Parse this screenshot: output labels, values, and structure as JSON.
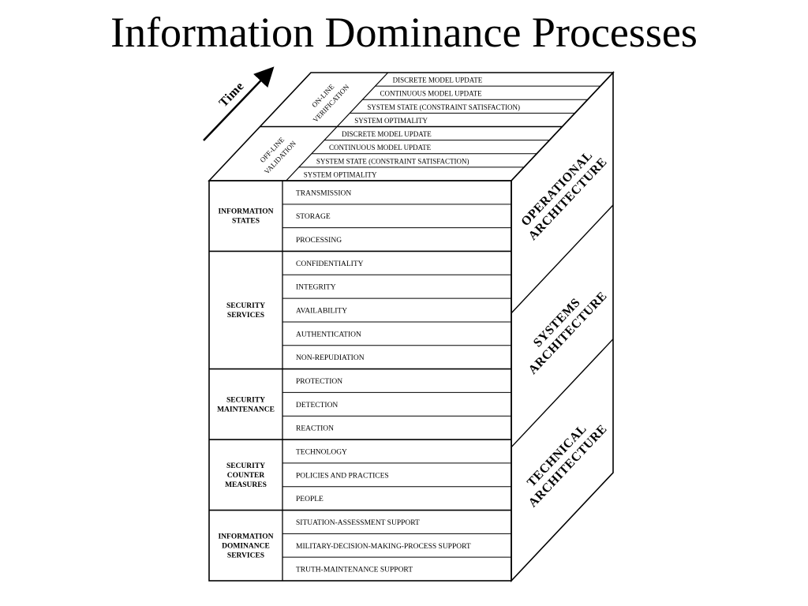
{
  "title": "Information Dominance Processes",
  "time_label": "Time",
  "top": {
    "online_label": [
      "ON-LINE",
      "VERIFICATION"
    ],
    "online_items": [
      "DISCRETE MODEL UPDATE",
      "CONTINUOUS  MODEL UPDATE",
      "SYSTEM STATE (CONSTRAINT SATISFACTION)",
      "SYSTEM OPTIMALITY"
    ],
    "offline_label": [
      "OFF-LINE",
      "VALIDATION"
    ],
    "offline_items": [
      "DISCRETE MODEL UPDATE",
      "CONTINUOUS  MODEL UPDATE",
      "SYSTEM STATE (CONSTRAINT SATISFACTION)",
      "SYSTEM OPTIMALITY"
    ]
  },
  "groups": [
    {
      "name": [
        "INFORMATION",
        "STATES"
      ],
      "items": [
        "TRANSMISSION",
        "STORAGE",
        "PROCESSING"
      ]
    },
    {
      "name": [
        "SECURITY",
        "SERVICES"
      ],
      "items": [
        "CONFIDENTIALITY",
        "INTEGRITY",
        "AVAILABILITY",
        "AUTHENTICATION",
        "NON-REPUDIATION"
      ]
    },
    {
      "name": [
        "SECURITY",
        "MAINTENANCE"
      ],
      "items": [
        "PROTECTION",
        "DETECTION",
        "REACTION"
      ]
    },
    {
      "name": [
        "SECURITY",
        "COUNTER",
        "MEASURES"
      ],
      "items": [
        "TECHNOLOGY",
        "POLICIES AND PRACTICES",
        "PEOPLE"
      ]
    },
    {
      "name": [
        "INFORMATION",
        "DOMINANCE",
        "SERVICES"
      ],
      "items": [
        "SITUATION-ASSESSMENT SUPPORT",
        "MILITARY-DECISION-MAKING-PROCESS SUPPORT",
        "TRUTH-MAINTENANCE SUPPORT"
      ]
    }
  ],
  "side_sections": [
    [
      "OPERATIONAL",
      "ARCHITECTURE"
    ],
    [
      "SYSTEMS",
      "ARCHITECTURE"
    ],
    [
      "TECHNICAL",
      "ARCHITECTURE"
    ]
  ]
}
